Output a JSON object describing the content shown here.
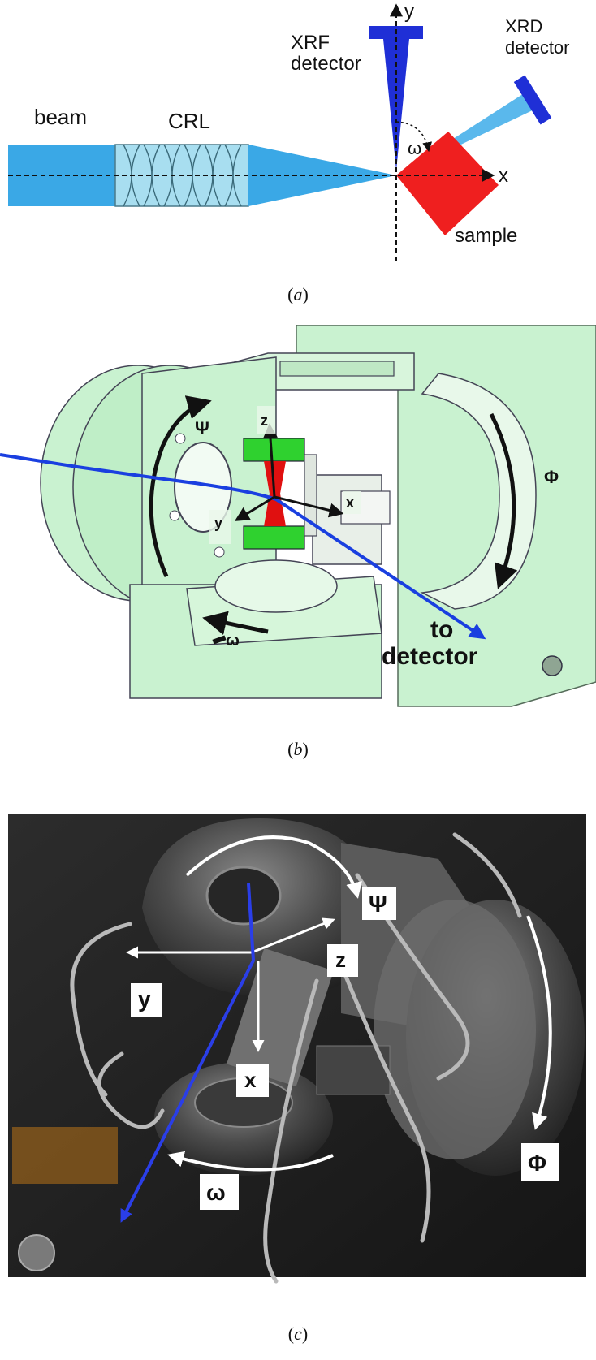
{
  "panel_a": {
    "beam": "beam",
    "crl": "CRL",
    "xrf_line1": "XRF",
    "xrf_line2": "detector",
    "xrd_line1": "XRD",
    "xrd_line2": "detector",
    "y_axis": "y",
    "x_axis": "x",
    "omega": "ω",
    "sample": "sample",
    "caption": "a",
    "colors": {
      "beam": "#3aa8e6",
      "detector": "#1f2fd6",
      "sample": "#ef1f1f",
      "xrd_beam": "#5ab8ec"
    }
  },
  "panel_b": {
    "psi": "Ψ",
    "phi": "Φ",
    "z": "z",
    "x": "x",
    "y": "y",
    "omega": "ω",
    "to": "to",
    "detector": "detector",
    "caption": "b",
    "colors": {
      "body": "#c9f2d0",
      "beam": "#1a3fe0",
      "holder": "#2fd12f",
      "sample": "#e01010"
    }
  },
  "panel_c": {
    "psi": "Ψ",
    "z": "z",
    "y": "y",
    "x": "x",
    "omega": "ω",
    "phi": "Φ",
    "caption": "c",
    "colors": {
      "beam": "#2a3ee8",
      "arrows": "#ffffff"
    }
  }
}
